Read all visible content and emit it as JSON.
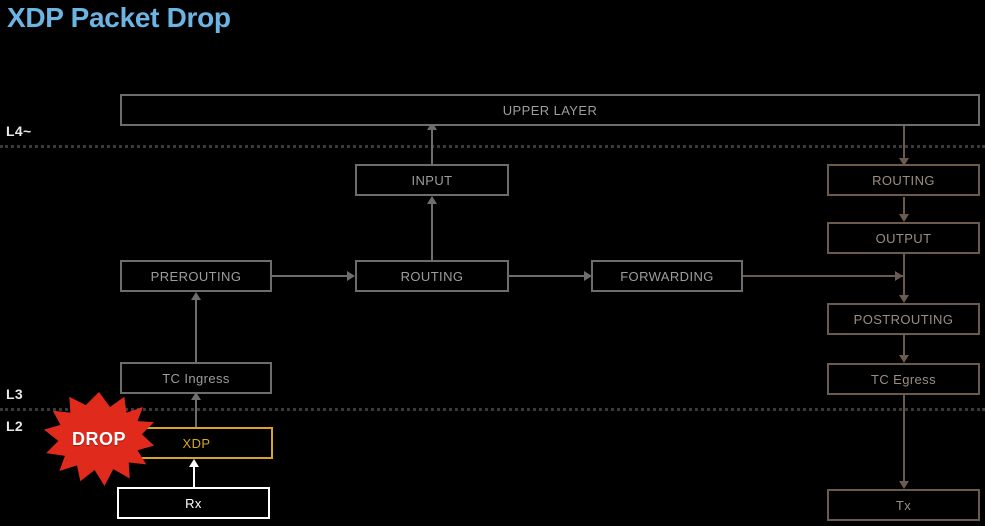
{
  "page": {
    "title": "XDP Packet Drop",
    "title_color": "#6cb4e4",
    "background": "#000000"
  },
  "layer_labels": [
    {
      "id": "l4",
      "text": "L4~"
    },
    {
      "id": "l3",
      "text": "L3"
    },
    {
      "id": "l2",
      "text": "L2"
    }
  ],
  "dividers": [
    {
      "id": "l4-divider",
      "color": "#3a3a3a",
      "style": "dotted"
    },
    {
      "id": "l3-l2-divider",
      "color": "#3a3a3a",
      "style": "dotted"
    }
  ],
  "boxes": {
    "upper_layer": {
      "label": "UPPER LAYER",
      "color": "#6d6d6d"
    },
    "input": {
      "label": "INPUT",
      "color": "#6d6d6d"
    },
    "prerouting": {
      "label": "PREROUTING",
      "color": "#6d6d6d"
    },
    "routing_mid": {
      "label": "ROUTING",
      "color": "#6d6d6d"
    },
    "forwarding": {
      "label": "FORWARDING",
      "color": "#6d6d6d"
    },
    "tc_ingress": {
      "label": "TC Ingress",
      "color": "#6d6d6d"
    },
    "xdp": {
      "label": "XDP",
      "color": "#d8a526"
    },
    "rx": {
      "label": "Rx",
      "color": "#ffffff"
    },
    "routing_right": {
      "label": "ROUTING",
      "color": "#6b5a4e"
    },
    "output": {
      "label": "OUTPUT",
      "color": "#6b5a4e"
    },
    "postrouting": {
      "label": "POSTROUTING",
      "color": "#6b5a4e"
    },
    "tc_egress": {
      "label": "TC Egress",
      "color": "#6b5a4e"
    },
    "tx": {
      "label": "Tx",
      "color": "#6b5a4e"
    }
  },
  "annotations": {
    "drop_badge": {
      "label": "DROP",
      "fill": "#e02a1b",
      "text_color": "#ffffff"
    }
  }
}
